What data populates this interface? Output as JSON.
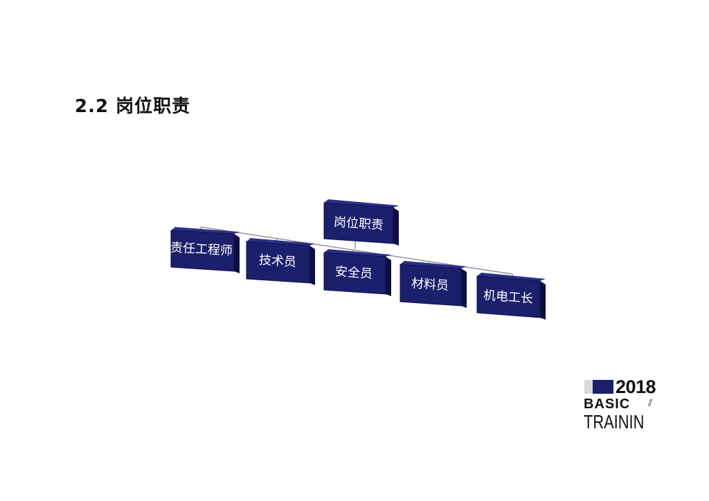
{
  "page": {
    "title": "2.2 岗位职责"
  },
  "diagram": {
    "root": {
      "label": "岗位职责"
    },
    "children": [
      {
        "label": "责任工程师"
      },
      {
        "label": "技术员"
      },
      {
        "label": "安全员"
      },
      {
        "label": "材料员"
      },
      {
        "label": "机电工长"
      }
    ],
    "colors": {
      "node_fill": "#1c1f6b",
      "node_edge": "#2b2f86",
      "node_shadow": "#0d0f3f",
      "connector": "#7d7d86"
    }
  },
  "logo": {
    "year": "2018",
    "line2": "BASIC",
    "line3": "TRAININ",
    "accent_color": "#1c1f6b"
  }
}
